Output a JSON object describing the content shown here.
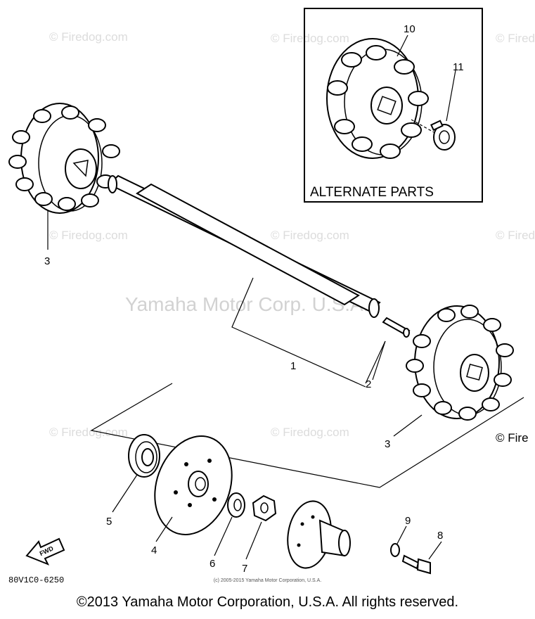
{
  "watermarks": {
    "brand": "© Firedog.com",
    "center": "Yamaha Motor Corp. U.S.A.",
    "edge": "© Fire"
  },
  "inset": {
    "title": "ALTERNATE PARTS"
  },
  "callouts": {
    "n1": "1",
    "n2": "2",
    "n3a": "3",
    "n3b": "3",
    "n4": "4",
    "n5": "5",
    "n6": "6",
    "n7": "7",
    "n8": "8",
    "n9": "9",
    "n10": "10",
    "n11": "11"
  },
  "fwd_label": "FWD",
  "part_code": "80V1C0-6250",
  "footer_small": "(c) 2005-2015 Yamaha Motor Corporation, U.S.A.",
  "copyright": "©2013 Yamaha Motor Corporation, U.S.A. All rights reserved."
}
